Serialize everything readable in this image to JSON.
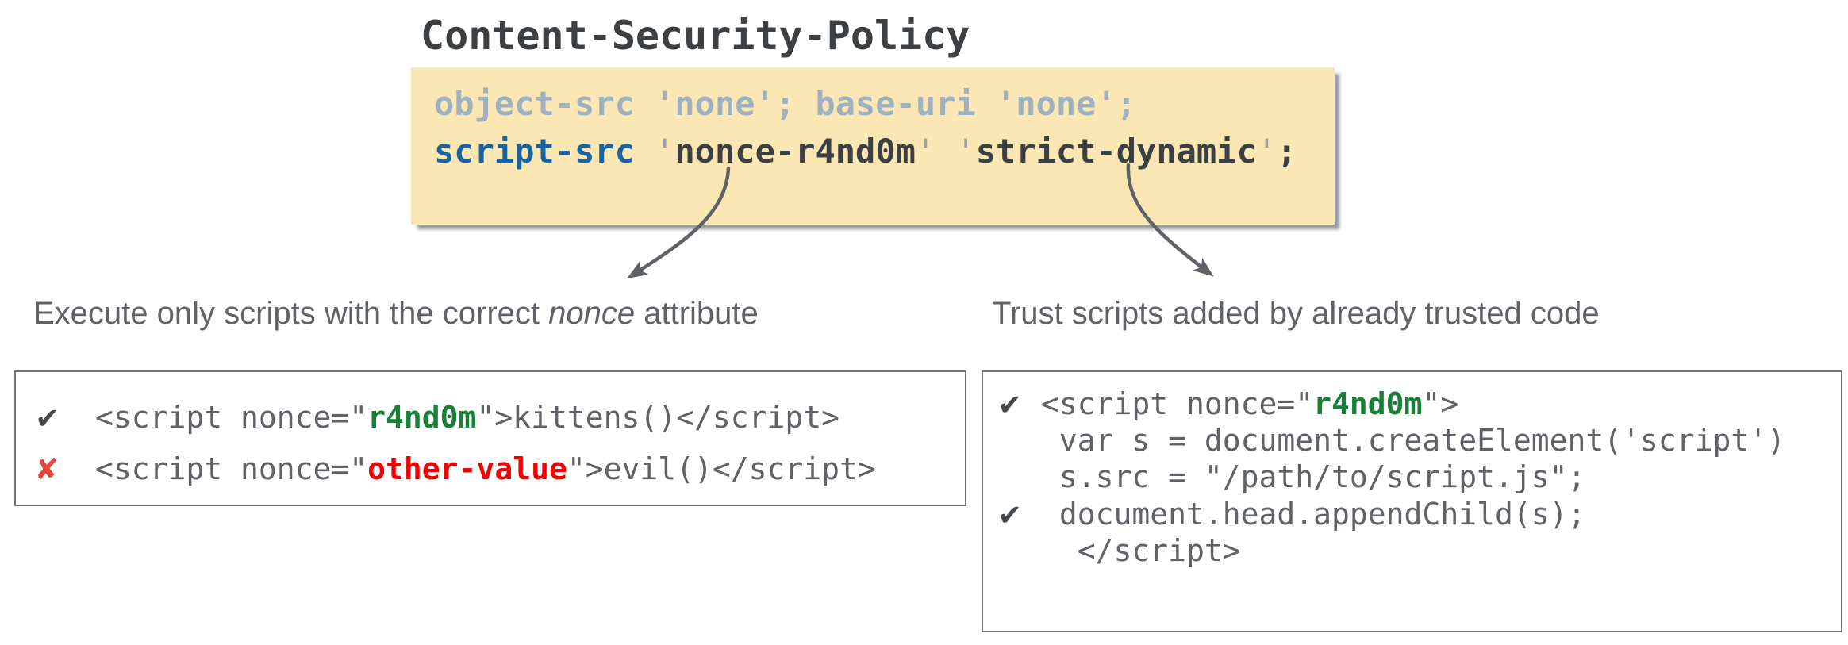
{
  "title": "Content-Security-Policy",
  "colors": {
    "highlight_background": "#fbe7b3",
    "directive_blue": "#19649f",
    "muted_directive": "#9fb1c1",
    "dark_text": "#3c4043",
    "code_gray": "#5f6368",
    "nonce_green": "#188038",
    "bad_value_red": "#f50000",
    "cross_red": "#e2453c",
    "arrow_gray": "#5f6368"
  },
  "icons": {
    "check": "✔",
    "cross": "✘"
  },
  "policy": {
    "line1": "object-src 'none'; base-uri 'none';",
    "line2": {
      "directive": "script-src ",
      "open_quote": "'",
      "nonce_value": "nonce-r4nd0m",
      "mid_quotes": "' '",
      "strict_dynamic_value": "strict-dynamic",
      "close_quote": "'",
      "semicolon": ";"
    }
  },
  "captions": {
    "left": {
      "part1": "Execute only scripts with the correct ",
      "italic": "nonce",
      "part2": " attribute"
    },
    "right": {
      "text": "Trust scripts added by already trusted code"
    }
  },
  "code_boxes": {
    "left": {
      "lines": [
        {
          "marker": "✔",
          "segments": [
            {
              "text": "<script nonce=\""
            },
            {
              "text": "r4nd0m"
            },
            {
              "text": "\">kittens()</script>"
            }
          ]
        },
        {
          "marker": "✘",
          "segments": [
            {
              "text": "<script nonce=\""
            },
            {
              "text": "other-value"
            },
            {
              "text": "\">evil()</script>"
            }
          ]
        }
      ]
    },
    "right": {
      "lines": [
        {
          "marker": "✔",
          "segments": [
            {
              "text": "<script nonce=\""
            },
            {
              "text": "r4nd0m"
            },
            {
              "text": "\">"
            }
          ]
        },
        {
          "marker": "",
          "segments": [
            {
              "text": " var s = document.createElement('script')"
            }
          ]
        },
        {
          "marker": "",
          "segments": [
            {
              "text": " s.src = \"/path/to/script.js\";"
            }
          ]
        },
        {
          "marker": "✔",
          "segments": [
            {
              "text": " document.head.appendChild(s);"
            }
          ]
        },
        {
          "marker": "",
          "segments": [
            {
              "text": "  </script>"
            }
          ]
        }
      ]
    }
  }
}
